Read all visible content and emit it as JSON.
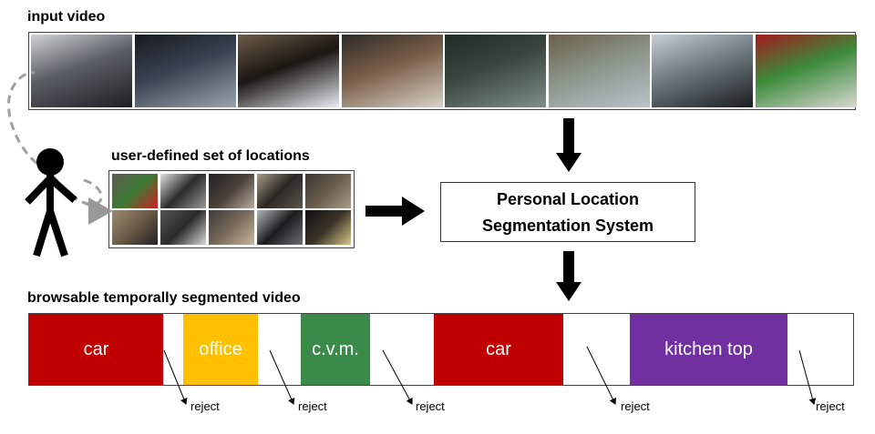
{
  "input_video": {
    "label": "input video",
    "frames": [
      {
        "name": "car-interior-frame",
        "colors": [
          "#5a5f66",
          "#1d1f22",
          "#cfd3d6"
        ]
      },
      {
        "name": "sidewalk-shadow-frame",
        "colors": [
          "#3a4150",
          "#9aa4ae",
          "#161a22"
        ]
      },
      {
        "name": "laptop-screen-frame",
        "colors": [
          "#1a1612",
          "#e9ecf2",
          "#6d5b48"
        ]
      },
      {
        "name": "coffee-machine-frame",
        "colors": [
          "#7a5e48",
          "#d8d2c9",
          "#2c2a28"
        ]
      },
      {
        "name": "shiny-floor-frame",
        "colors": [
          "#3b4640",
          "#7e8f89",
          "#202a26"
        ]
      },
      {
        "name": "outdoor-path-frame",
        "colors": [
          "#8a9488",
          "#b9c2c9",
          "#6b5f4a"
        ]
      },
      {
        "name": "car-steering-frame",
        "colors": [
          "#6f7a82",
          "#1b1d1f",
          "#c9cfd3"
        ]
      },
      {
        "name": "kitchen-counter-frame",
        "colors": [
          "#3c8a3a",
          "#d8d8d2",
          "#a21a1e"
        ]
      }
    ]
  },
  "locations": {
    "label": "user-defined set of locations",
    "thumbs": [
      {
        "name": "kitchen-thumb",
        "colors": [
          "#3c7a34",
          "#c22",
          "#5c5a52"
        ]
      },
      {
        "name": "printer-thumb",
        "colors": [
          "#2a2a2a",
          "#9a9a98",
          "#e0e0e0"
        ]
      },
      {
        "name": "vending-thumb",
        "colors": [
          "#4a3f38",
          "#b8ac9e",
          "#222"
        ]
      },
      {
        "name": "desk-thumb",
        "colors": [
          "#2a2724",
          "#5c544c",
          "#a89a88"
        ]
      },
      {
        "name": "sink-thumb",
        "colors": [
          "#6b5d4d",
          "#a99c8a",
          "#3a3430"
        ]
      },
      {
        "name": "keyboard-desk-thumb",
        "colors": [
          "#6a5a46",
          "#222",
          "#a08a70"
        ]
      },
      {
        "name": "piano-thumb",
        "colors": [
          "#2a2a2a",
          "#d8d8d8",
          "#555"
        ]
      },
      {
        "name": "shelf-thumb",
        "colors": [
          "#7a6a5a",
          "#c8b8a0",
          "#3a3a3a"
        ]
      },
      {
        "name": "car-thumb",
        "colors": [
          "#1c1c1c",
          "#6a6e72",
          "#b0b6ba"
        ]
      },
      {
        "name": "monitor-thumb",
        "colors": [
          "#3a3226",
          "#d8c88a",
          "#111"
        ]
      }
    ]
  },
  "system": {
    "line1": "Personal Location",
    "line2": "Segmentation System"
  },
  "segmented_video": {
    "label": "browsable temporally segmented video",
    "segments": [
      {
        "label": "car",
        "color": "#c00000"
      },
      {
        "label": "office",
        "color": "#ffc000"
      },
      {
        "label": "c.v.m.",
        "color": "#3a8a4a"
      },
      {
        "label": "car",
        "color": "#c00000"
      },
      {
        "label": "kitchen top",
        "color": "#7030a0"
      }
    ],
    "reject_label": "reject"
  }
}
